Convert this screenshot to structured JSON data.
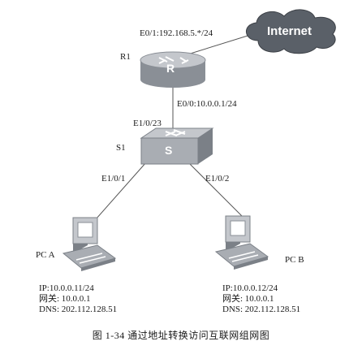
{
  "cloud": {
    "label": "Internet"
  },
  "router": {
    "name": "R1",
    "glyph": "R",
    "wan_port": "E0/1:192.168.5.*/24",
    "lan_port": "E0/0:10.0.0.1/24"
  },
  "switch": {
    "name": "S1",
    "glyph": "S",
    "uplink_port": "E1/0/23",
    "port_a": "E1/0/1",
    "port_b": "E1/0/2"
  },
  "pc_a": {
    "name": "PC A",
    "ip": "IP:10.0.0.11/24",
    "gateway": "网关:  10.0.0.1",
    "dns": "DNS:  202.112.128.51"
  },
  "pc_b": {
    "name": "PC B",
    "ip": "IP:10.0.0.12/24",
    "gateway": "网关:  10.0.0.1",
    "dns": "DNS:  202.112.128.51"
  },
  "caption": "图 1-34   通过地址转换访问互联网组网图",
  "colors": {
    "cloud": "#5a6068",
    "device": "#a9adb3",
    "device_dark": "#7b8087",
    "line": "#555555"
  }
}
